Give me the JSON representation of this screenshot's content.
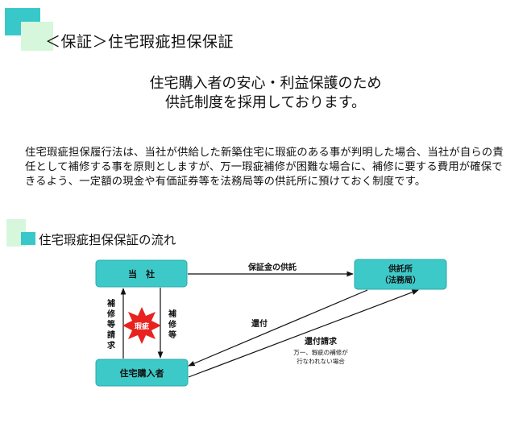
{
  "header": {
    "title": "＜保証＞住宅瑕疵担保保証"
  },
  "lead": {
    "line1": "住宅購入者の安心・利益保護のため",
    "line2": "供託制度を採用しております。"
  },
  "body": {
    "paragraph": "住宅瑕疵担保履行法は、当社が供給した新築住宅に瑕疵のある事が判明した場合、当社が自らの責任として補修する事を原則としますが、万一瑕疵補修が困難な場合に、補修に要する費用が確保できるよう、一定額の現金や有価証券等を法務局等の供託所に預けておく制度です。"
  },
  "section": {
    "title": "住宅瑕疵担保保証の流れ"
  },
  "diagram": {
    "company": "当　社",
    "depository_line1": "供託所",
    "depository_line2": "（法務局）",
    "buyer": "住宅購入者",
    "deposit_label": "保証金の供託",
    "repair_request": [
      "補",
      "修",
      "等",
      "請",
      "求"
    ],
    "repair": [
      "補",
      "修",
      "等"
    ],
    "defect": "瑕疵",
    "refund": "還付",
    "refund_request": "還付請求",
    "note_line1": "万一、瑕疵の補修が",
    "note_line2": "行なわれない場合"
  },
  "colors": {
    "accent": "#39c8c9",
    "accent_light": "#d6f7dc",
    "box": "#3ec9c9",
    "defect": "#e8231f"
  }
}
